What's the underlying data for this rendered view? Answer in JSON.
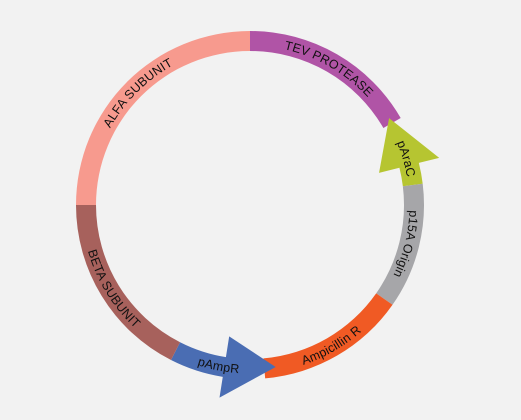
{
  "plasmid": {
    "segments": [
      {
        "id": "tev-protease",
        "label": "TEV PROTEASE",
        "color": "#b054a6",
        "shape": "arc"
      },
      {
        "id": "paraC",
        "label": "pAraC",
        "color": "#b6c531",
        "shape": "arrow-ccw"
      },
      {
        "id": "p15a-origin",
        "label": "p15A  Origin",
        "color": "#a6a6a9",
        "shape": "arc"
      },
      {
        "id": "ampicillin-r",
        "label": "Ampicillin R",
        "color": "#f05a24",
        "shape": "arc"
      },
      {
        "id": "pampr",
        "label": "pAmpR",
        "color": "#4a6db3",
        "shape": "arrow-cw"
      },
      {
        "id": "beta-subunit",
        "label": "BETA SUBUNIT",
        "color": "#a7615c",
        "shape": "arc"
      },
      {
        "id": "alfa-subunit",
        "label": "ALFA SUBUNIT",
        "color": "#f79a8e",
        "shape": "arc"
      }
    ]
  }
}
